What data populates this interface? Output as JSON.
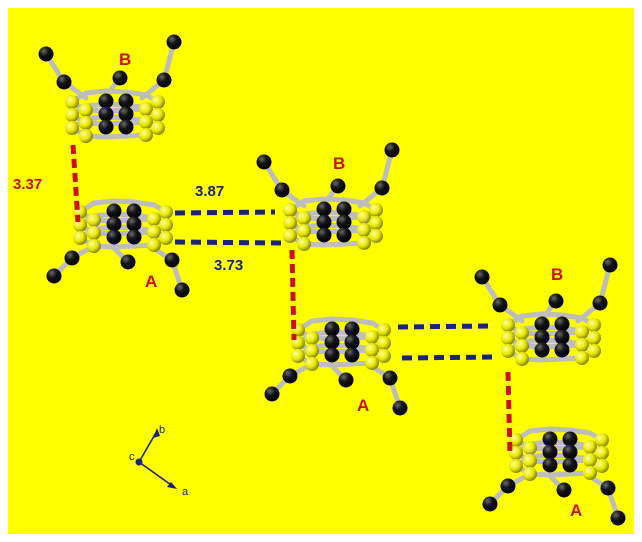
{
  "background_color": "#ffff00",
  "atom_colors": {
    "sulfur": "#e6e600",
    "carbon": "#111111",
    "bond": "#bdbdbd"
  },
  "contact_colors": {
    "vertical": "#cc1020",
    "horizontal": "#1a237e"
  },
  "molecule_labels": {
    "a": "A",
    "b": "B"
  },
  "contact_distances": {
    "vertical": "3.37",
    "horizontal_upper": "3.87",
    "horizontal_lower": "3.73"
  },
  "axes": {
    "a": "a",
    "b": "b",
    "c": "c"
  }
}
